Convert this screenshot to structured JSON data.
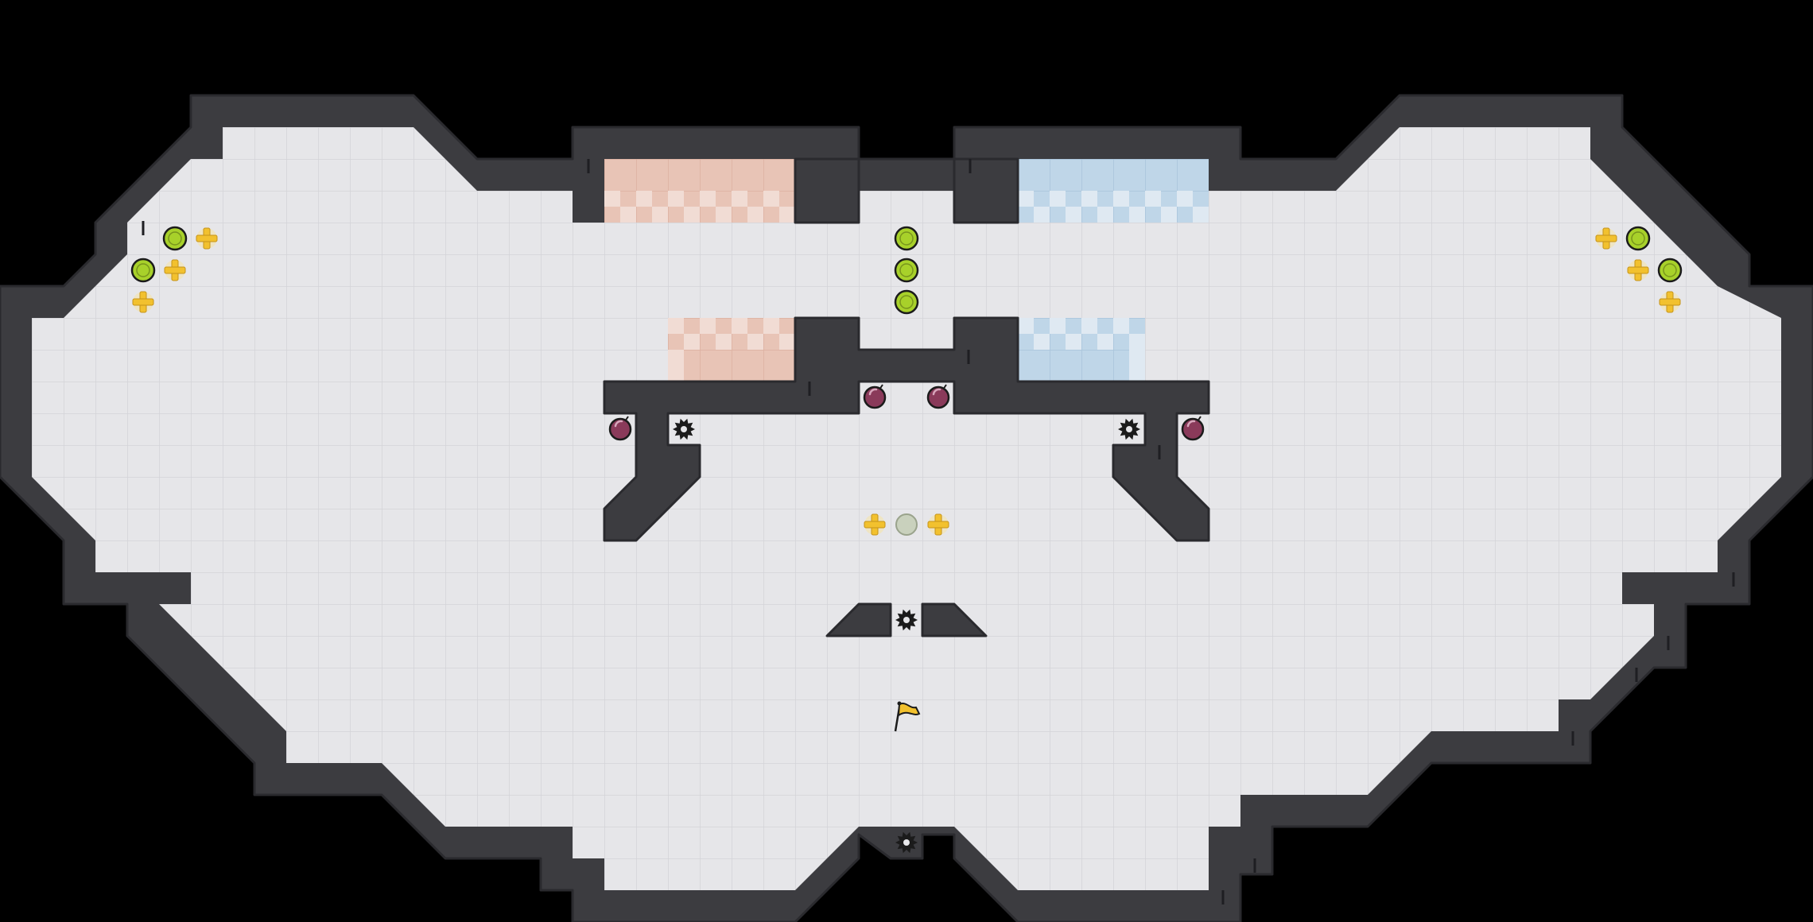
{
  "colors": {
    "background": "#000000",
    "floor": "#e6e6e9",
    "grid": "#d1d1d6",
    "wall": "#3c3c40",
    "wall_edge": "#2a2a2e",
    "wall_highlight": "#56565b",
    "red_zone": "#e8c2b3",
    "blue_zone": "#bcd4e6",
    "coin": "#a8d12a",
    "coin_ring": "#4a5a10",
    "plus": "#f2c12e",
    "bomb": "#8a3a5a",
    "spike": "#1b1b1b",
    "flag": "#f2c12e",
    "faded_coin": "#b9c4a8"
  },
  "entities": {
    "coins": [
      "coin-top-1",
      "coin-top-2",
      "coin-top-3",
      "coin-left-1",
      "coin-left-2",
      "coin-right-1",
      "coin-right-2"
    ],
    "powerups": [
      "plus-left-1",
      "plus-left-2",
      "plus-left-3",
      "plus-right-1",
      "plus-right-2",
      "plus-right-3",
      "plus-center-left",
      "plus-center-right"
    ],
    "bombs": [
      "bomb-1",
      "bomb-2",
      "bomb-3",
      "bomb-4"
    ],
    "spikes": [
      "spike-1",
      "spike-2",
      "spike-3",
      "spike-4"
    ],
    "flag": "goal-flag-icon"
  }
}
